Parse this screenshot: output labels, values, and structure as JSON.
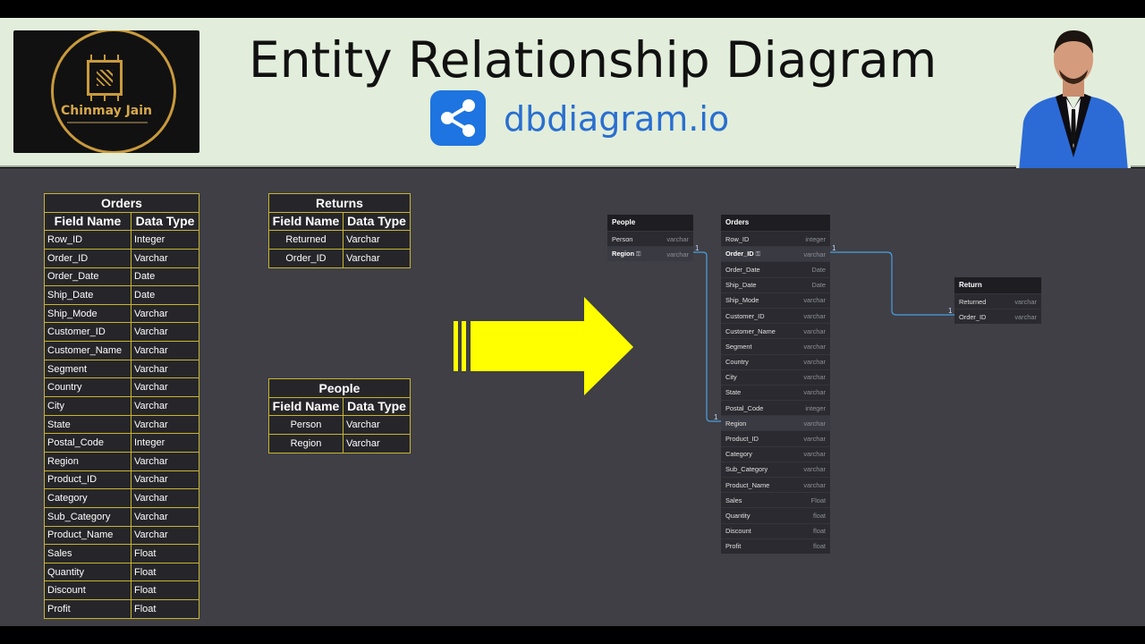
{
  "header": {
    "title": "Entity Relationship Diagram",
    "logo_text": "Chinmay Jain",
    "tool_name": "dbdiagram.io"
  },
  "source_tables": {
    "orders": {
      "title": "Orders",
      "col_field": "Field Name",
      "col_type": "Data Type",
      "rows": [
        {
          "field": "Row_ID",
          "type": "Integer"
        },
        {
          "field": "Order_ID",
          "type": "Varchar"
        },
        {
          "field": "Order_Date",
          "type": "Date"
        },
        {
          "field": "Ship_Date",
          "type": "Date"
        },
        {
          "field": "Ship_Mode",
          "type": "Varchar"
        },
        {
          "field": "Customer_ID",
          "type": "Varchar"
        },
        {
          "field": "Customer_Name",
          "type": "Varchar"
        },
        {
          "field": "Segment",
          "type": "Varchar"
        },
        {
          "field": "Country",
          "type": "Varchar"
        },
        {
          "field": "City",
          "type": "Varchar"
        },
        {
          "field": "State",
          "type": "Varchar"
        },
        {
          "field": "Postal_Code",
          "type": "Integer"
        },
        {
          "field": "Region",
          "type": "Varchar"
        },
        {
          "field": "Product_ID",
          "type": "Varchar"
        },
        {
          "field": "Category",
          "type": "Varchar"
        },
        {
          "field": "Sub_Category",
          "type": "Varchar"
        },
        {
          "field": "Product_Name",
          "type": "Varchar"
        },
        {
          "field": "Sales",
          "type": "Float"
        },
        {
          "field": "Quantity",
          "type": "Float"
        },
        {
          "field": "Discount",
          "type": "Float"
        },
        {
          "field": "Profit",
          "type": "Float"
        }
      ]
    },
    "returns": {
      "title": "Returns",
      "col_field": "Field Name",
      "col_type": "Data Type",
      "rows": [
        {
          "field": "Returned",
          "type": "Varchar"
        },
        {
          "field": "Order_ID",
          "type": "Varchar"
        }
      ]
    },
    "people": {
      "title": "People",
      "col_field": "Field Name",
      "col_type": "Data Type",
      "rows": [
        {
          "field": "Person",
          "type": "Varchar"
        },
        {
          "field": "Region",
          "type": "Varchar"
        }
      ]
    }
  },
  "diagram": {
    "people": {
      "title": "People",
      "rows": [
        {
          "field": "Person",
          "type": "varchar"
        },
        {
          "field": "Region",
          "type": "varchar"
        }
      ]
    },
    "orders": {
      "title": "Orders",
      "rows": [
        {
          "field": "Row_ID",
          "type": "integer"
        },
        {
          "field": "Order_ID",
          "type": "varchar"
        },
        {
          "field": "Order_Date",
          "type": "Date"
        },
        {
          "field": "Ship_Date",
          "type": "Date"
        },
        {
          "field": "Ship_Mode",
          "type": "varchar"
        },
        {
          "field": "Customer_ID",
          "type": "varchar"
        },
        {
          "field": "Customer_Name",
          "type": "varchar"
        },
        {
          "field": "Segment",
          "type": "varchar"
        },
        {
          "field": "Country",
          "type": "varchar"
        },
        {
          "field": "City",
          "type": "varchar"
        },
        {
          "field": "State",
          "type": "varchar"
        },
        {
          "field": "Postal_Code",
          "type": "integer"
        },
        {
          "field": "Region",
          "type": "varchar"
        },
        {
          "field": "Product_ID",
          "type": "varchar"
        },
        {
          "field": "Category",
          "type": "varchar"
        },
        {
          "field": "Sub_Category",
          "type": "varchar"
        },
        {
          "field": "Product_Name",
          "type": "varchar"
        },
        {
          "field": "Sales",
          "type": "Float"
        },
        {
          "field": "Quantity",
          "type": "float"
        },
        {
          "field": "Discount",
          "type": "float"
        },
        {
          "field": "Profit",
          "type": "float"
        }
      ]
    },
    "return": {
      "title": "Return",
      "rows": [
        {
          "field": "Returned",
          "type": "varchar"
        },
        {
          "field": "Order_ID",
          "type": "varchar"
        }
      ]
    },
    "cardinality": "1"
  },
  "colors": {
    "banner_bg": "#e2eedb",
    "content_bg": "#3f3f45",
    "table_border": "#c8b432",
    "arrow": "#ffff00",
    "relation_line": "#4a9fe0",
    "tool_blue": "#1e74e0"
  },
  "icons": {
    "logo": "chip-logo-icon",
    "tool": "share-nodes-icon",
    "arrow": "right-arrow-icon",
    "key": "key-icon",
    "presenter": "person-photo"
  }
}
